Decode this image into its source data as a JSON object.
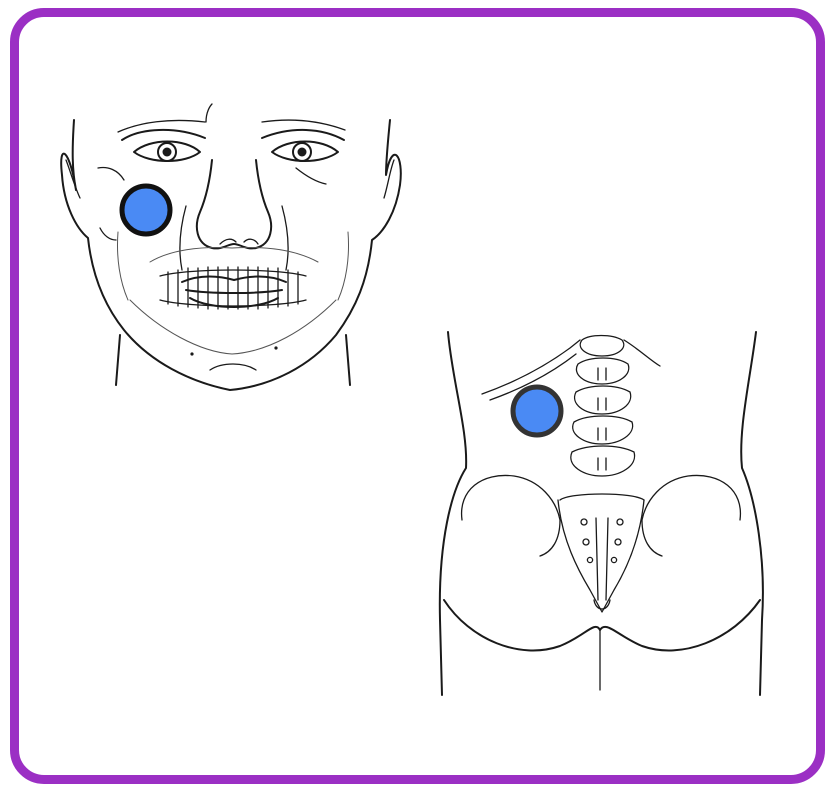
{
  "colors": {
    "frame_border": "#9b2fc4",
    "marker_fill": "#4a8af4",
    "marker_stroke": "#111111",
    "background": "#ffffff",
    "ink": "#1a1a1a"
  },
  "figures": [
    {
      "name": "face-front-view",
      "marker": "marker-cheek-point"
    },
    {
      "name": "lower-back-view",
      "marker": "marker-back-point"
    }
  ]
}
